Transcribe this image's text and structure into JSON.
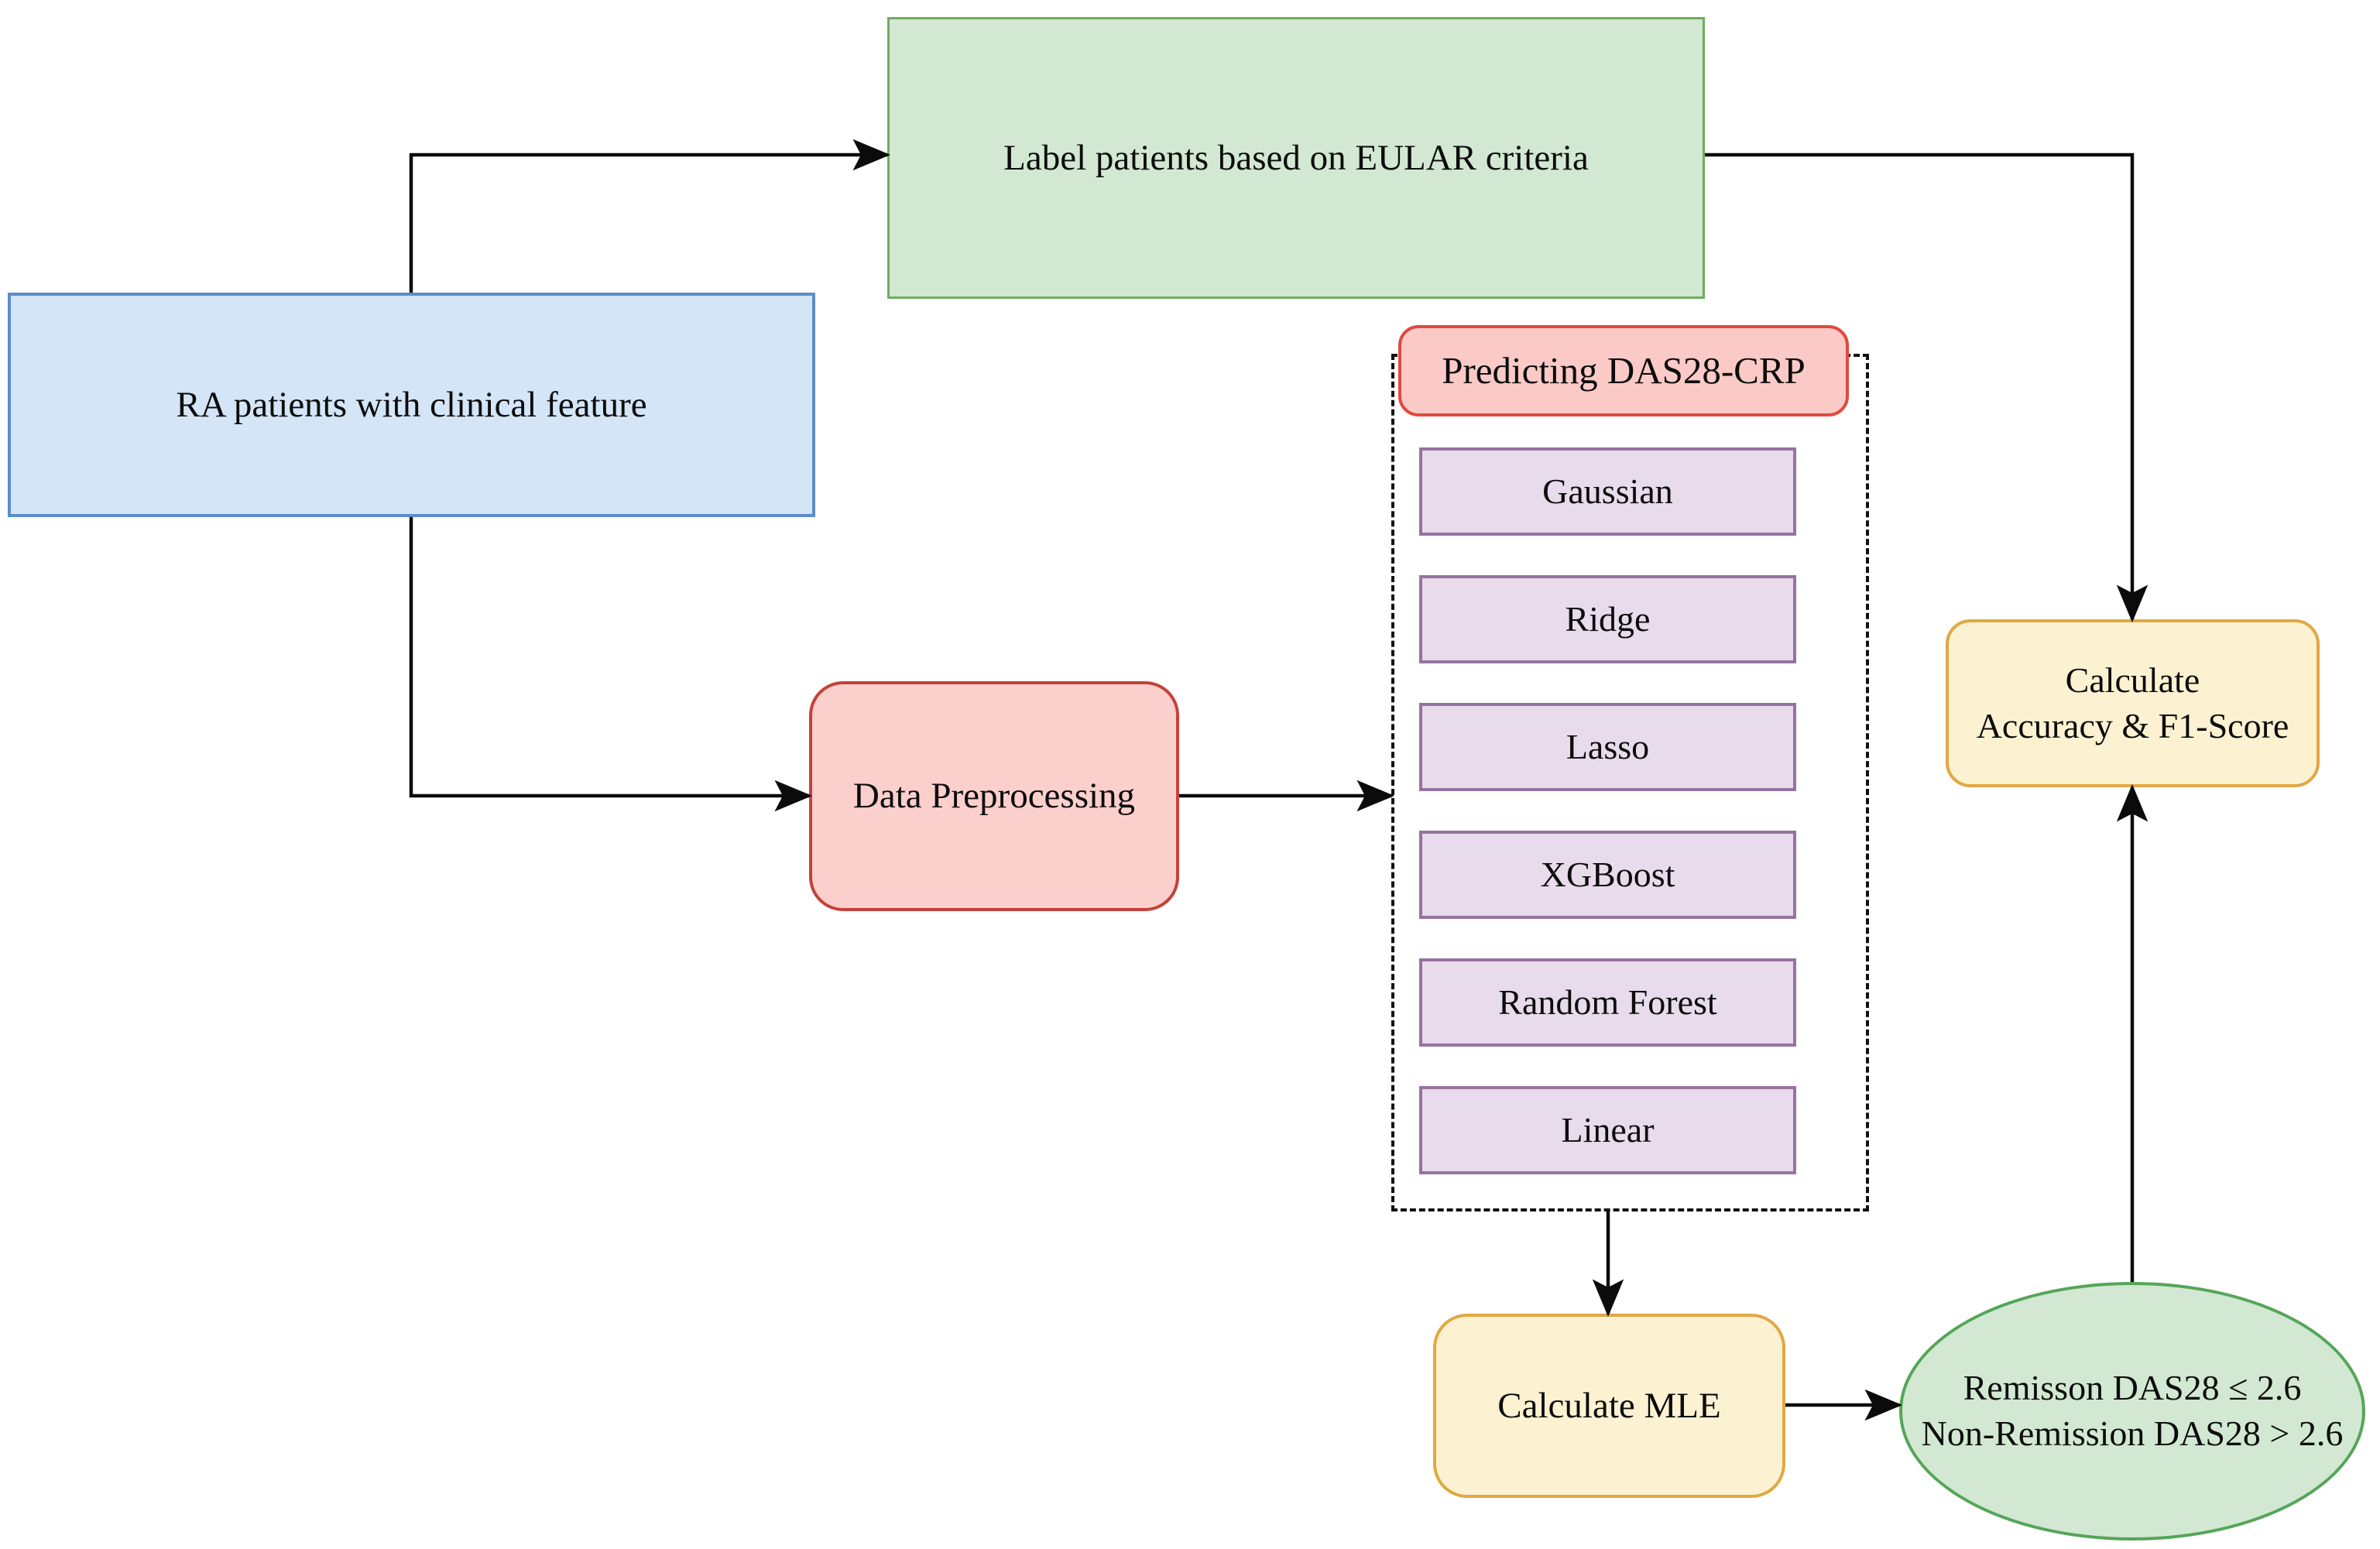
{
  "figure": {
    "background": "#ffffff",
    "arrow_color": "#0b0b0b"
  },
  "nodes": {
    "ra_patients": {
      "label": "RA patients with  clinical feature",
      "fill": "#d3e5f7",
      "border": "#5b8dc9"
    },
    "eular_label": {
      "label": "Label patients based on EULAR criteria",
      "fill": "#d2e8d2",
      "border": "#6fae5c"
    },
    "data_preprocessing": {
      "label": "Data Preprocessing",
      "fill": "#fbcfcb",
      "border": "#c4423c"
    },
    "predicting_group": {
      "title": "Predicting DAS28-CRP",
      "fill": "#fbcac6",
      "border": "#e04a3f",
      "container_border_style": "dashed",
      "models": [
        "Gaussian",
        "Ridge",
        "Lasso",
        "XGBoost",
        "Random Forest",
        "Linear"
      ],
      "model_fill": "#e7dbec",
      "model_border": "#96739f"
    },
    "calc_mle": {
      "label": "Calculate MLE",
      "fill": "#fcf2d2",
      "border": "#e0a844"
    },
    "calc_accuracy": {
      "line1": "Calculate",
      "line2": "Accuracy & F1-Score",
      "fill": "#fcf2d2",
      "border": "#e0a844"
    },
    "outcome": {
      "line1": "Remisson DAS28 ≤ 2.6",
      "line2": "Non-Remission DAS28 > 2.6",
      "fill": "#d2e8d2",
      "border": "#55a559"
    }
  },
  "edges": [
    {
      "from": "ra_patients",
      "to": "eular_label"
    },
    {
      "from": "eular_label",
      "to": "calc_accuracy"
    },
    {
      "from": "ra_patients",
      "to": "data_preprocessing"
    },
    {
      "from": "data_preprocessing",
      "to": "predicting_group"
    },
    {
      "from": "predicting_group",
      "to": "calc_mle"
    },
    {
      "from": "calc_mle",
      "to": "outcome"
    },
    {
      "from": "outcome",
      "to": "calc_accuracy"
    }
  ]
}
